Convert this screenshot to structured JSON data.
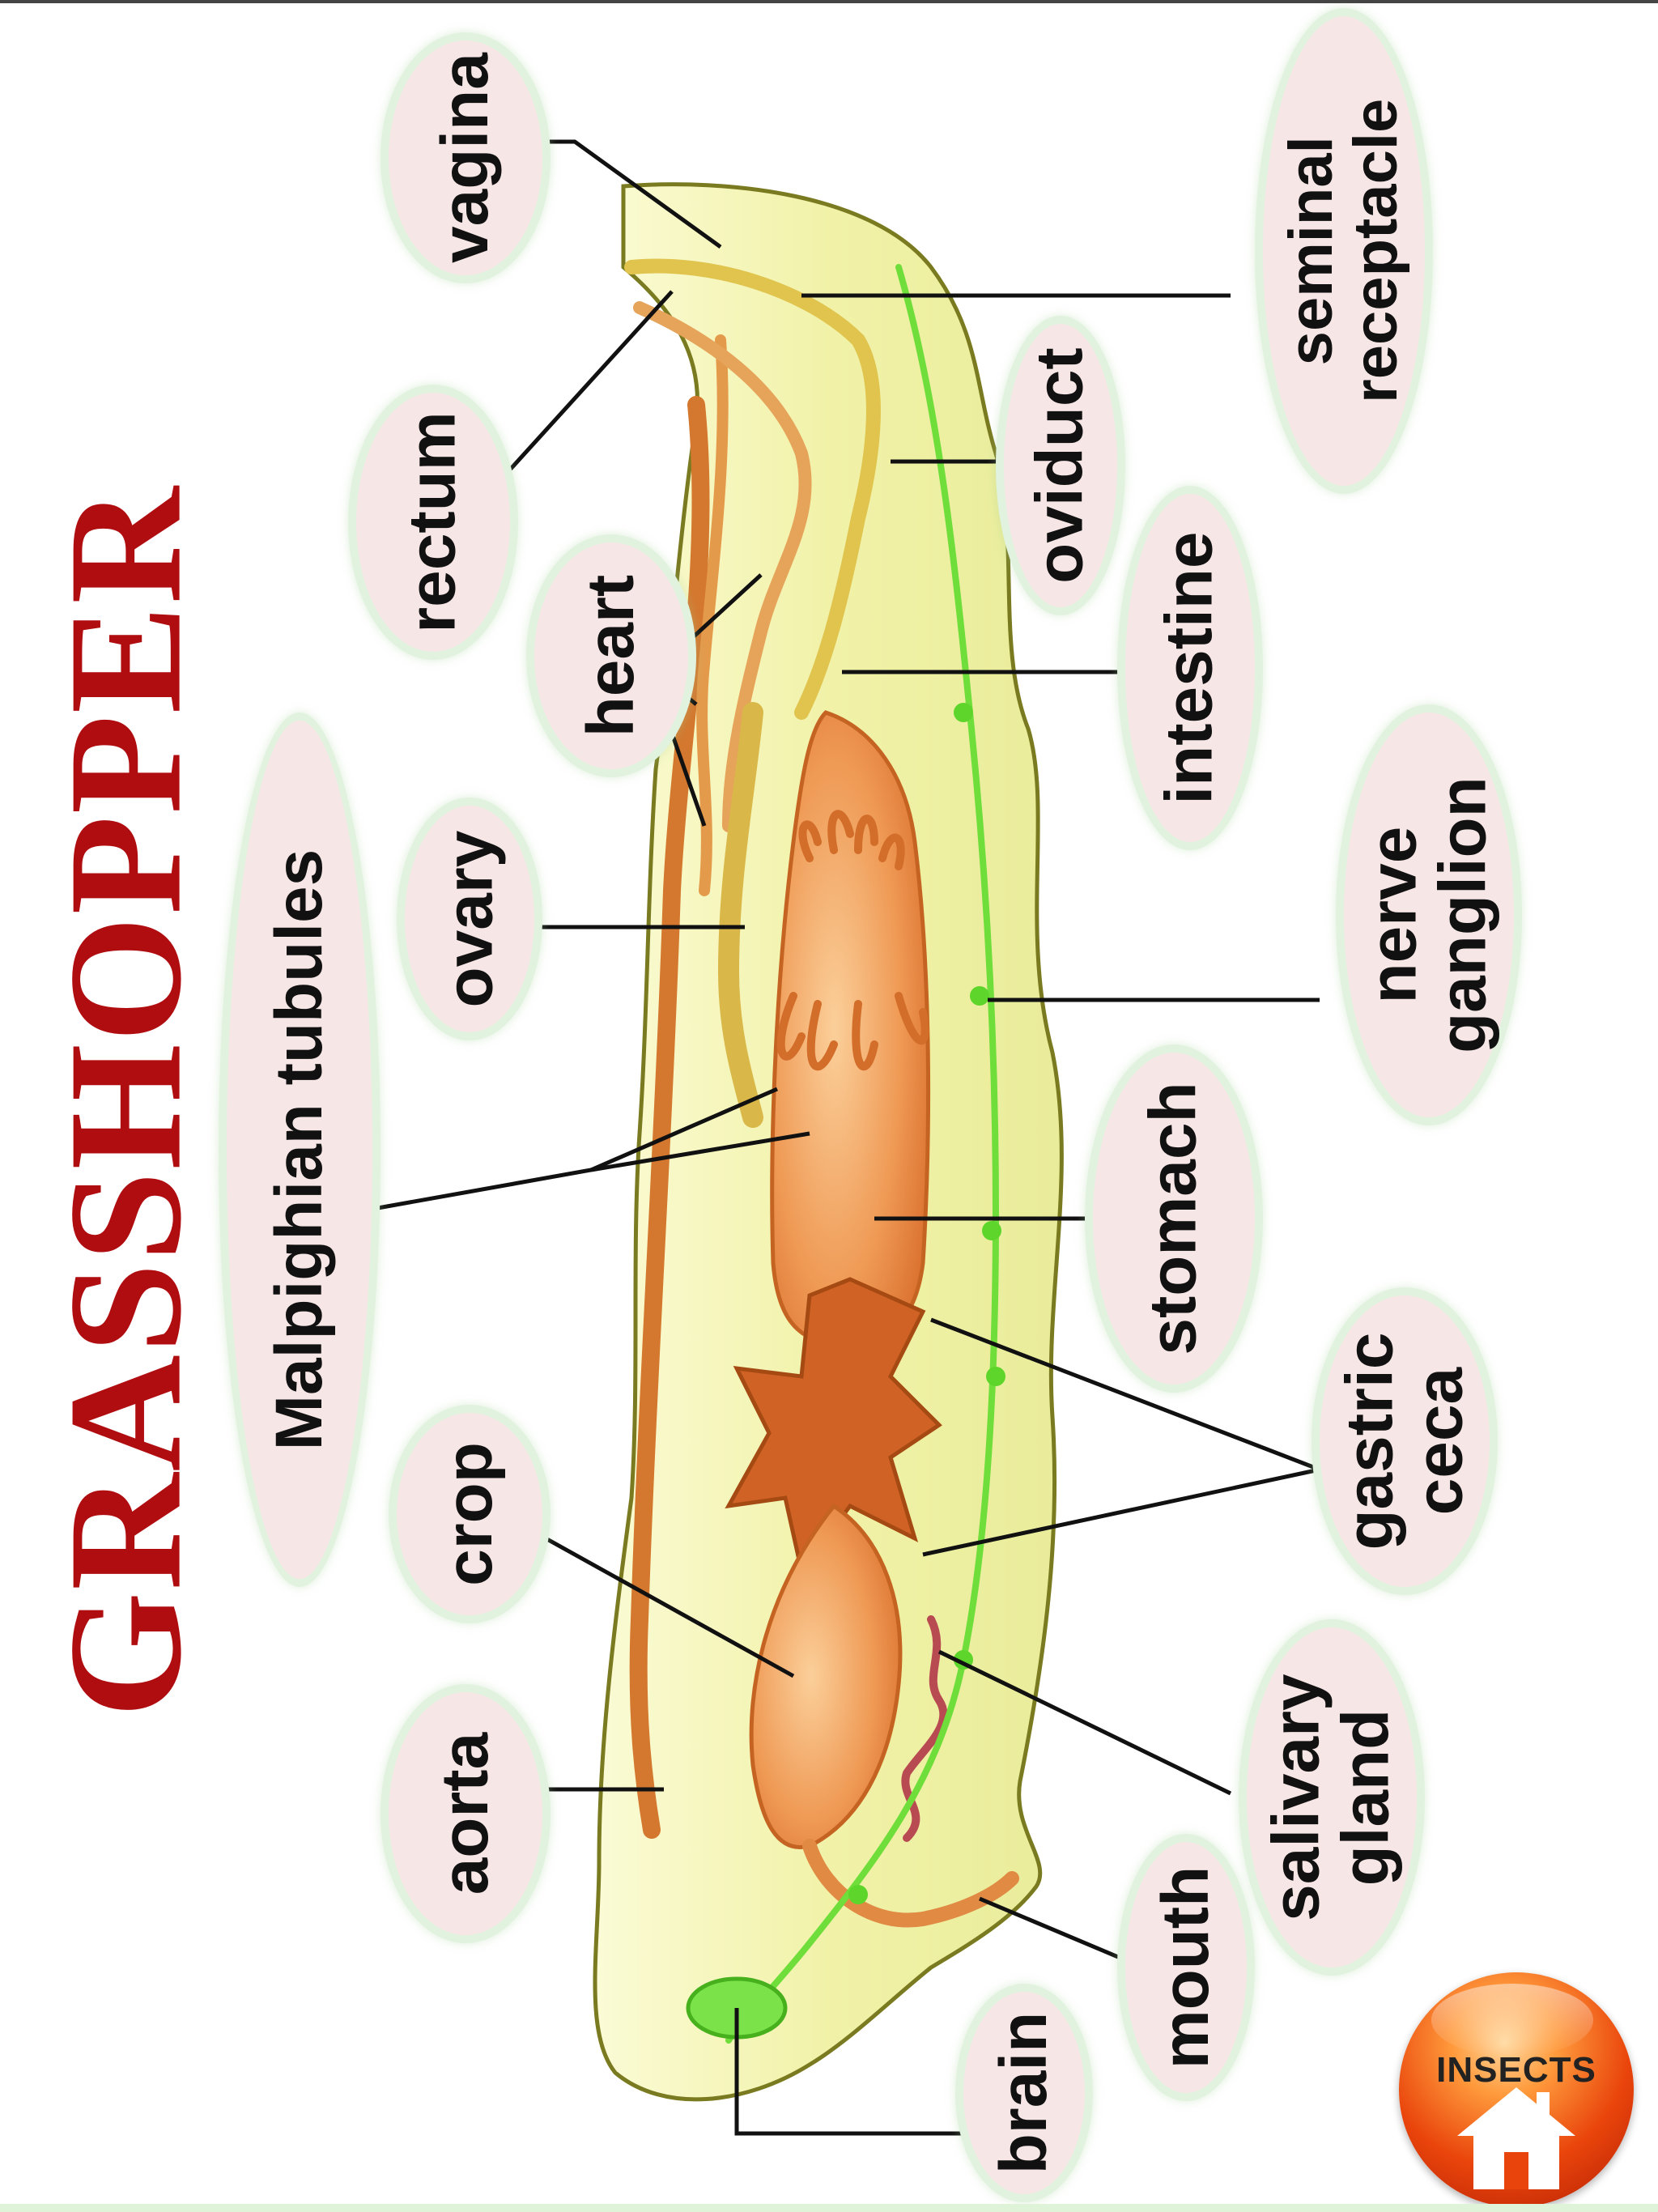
{
  "title": "GRASSHOPPER",
  "labels": {
    "vagina": "vagina",
    "seminal_receptacle": "seminal\nreceptacle",
    "rectum": "rectum",
    "oviduct": "oviduct",
    "heart": "heart",
    "intestine": "intestine",
    "malpighian_tubules": "Malpighian tubules",
    "ovary": "ovary",
    "nerve_ganglion": "nerve\nganglion",
    "stomach": "stomach",
    "crop": "crop",
    "gastric_ceca": "gastric\nceca",
    "aorta": "aorta",
    "salivary_gland": "salivary\ngland",
    "mouth": "mouth",
    "brain": "brain"
  },
  "home_button": {
    "label": "INSECTS",
    "icon": "home-icon"
  },
  "colors": {
    "title": "#b00d10",
    "body_fill": "#f3f4b4",
    "gut": "#e88d48",
    "nerve": "#6fdd3a",
    "label_bg": "#f7e6e6",
    "label_ring": "#e1f3df"
  }
}
